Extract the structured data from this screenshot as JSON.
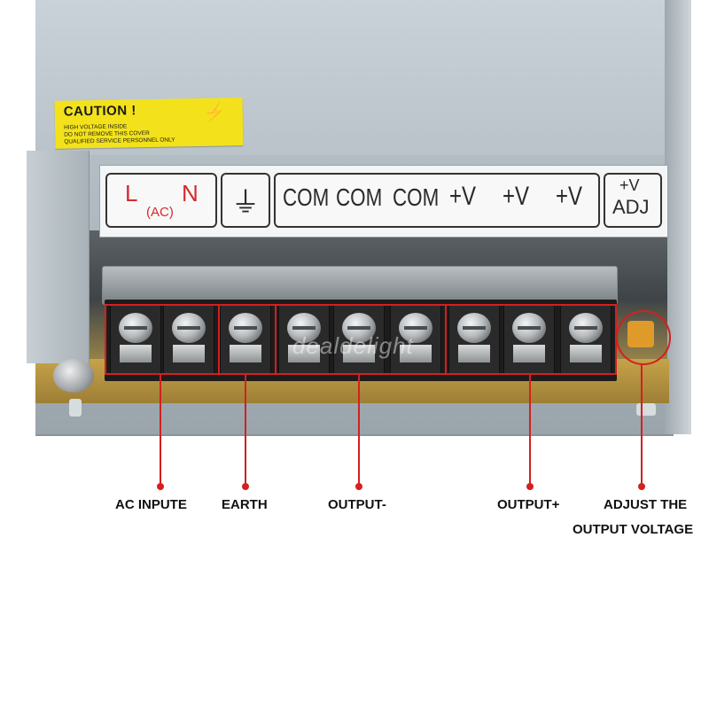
{
  "caution_label": {
    "title": "CAUTION !",
    "bolt": "⚡",
    "lines": [
      "HIGH VOLTAGE INSIDE",
      "DO NOT REMOVE THIS COVER",
      "QUALIFIED SERVICE PERSONNEL ONLY"
    ],
    "color": "#f3e21b"
  },
  "terminal_legend": {
    "l": "L",
    "n": "N",
    "ac": "(AC)",
    "earth_symbol": "⏚",
    "com": [
      "COM",
      "COM",
      "COM"
    ],
    "plus_v": [
      "+V",
      "+V",
      "+V"
    ],
    "adj_top": "+V",
    "adj_bottom": "ADJ"
  },
  "watermark": "dealdelight",
  "callouts": {
    "ac_input": "AC INPUTE",
    "earth": "EARTH",
    "output_minus": "OUTPUT-",
    "output_plus": "OUTPUT+",
    "adjust_line1": "ADJUST THE",
    "adjust_line2": "OUTPUT VOLTAGE"
  },
  "colors": {
    "annotation_red": "#d32020",
    "case_grey": "#b0bac0",
    "potentiometer": "#e09a2a"
  }
}
